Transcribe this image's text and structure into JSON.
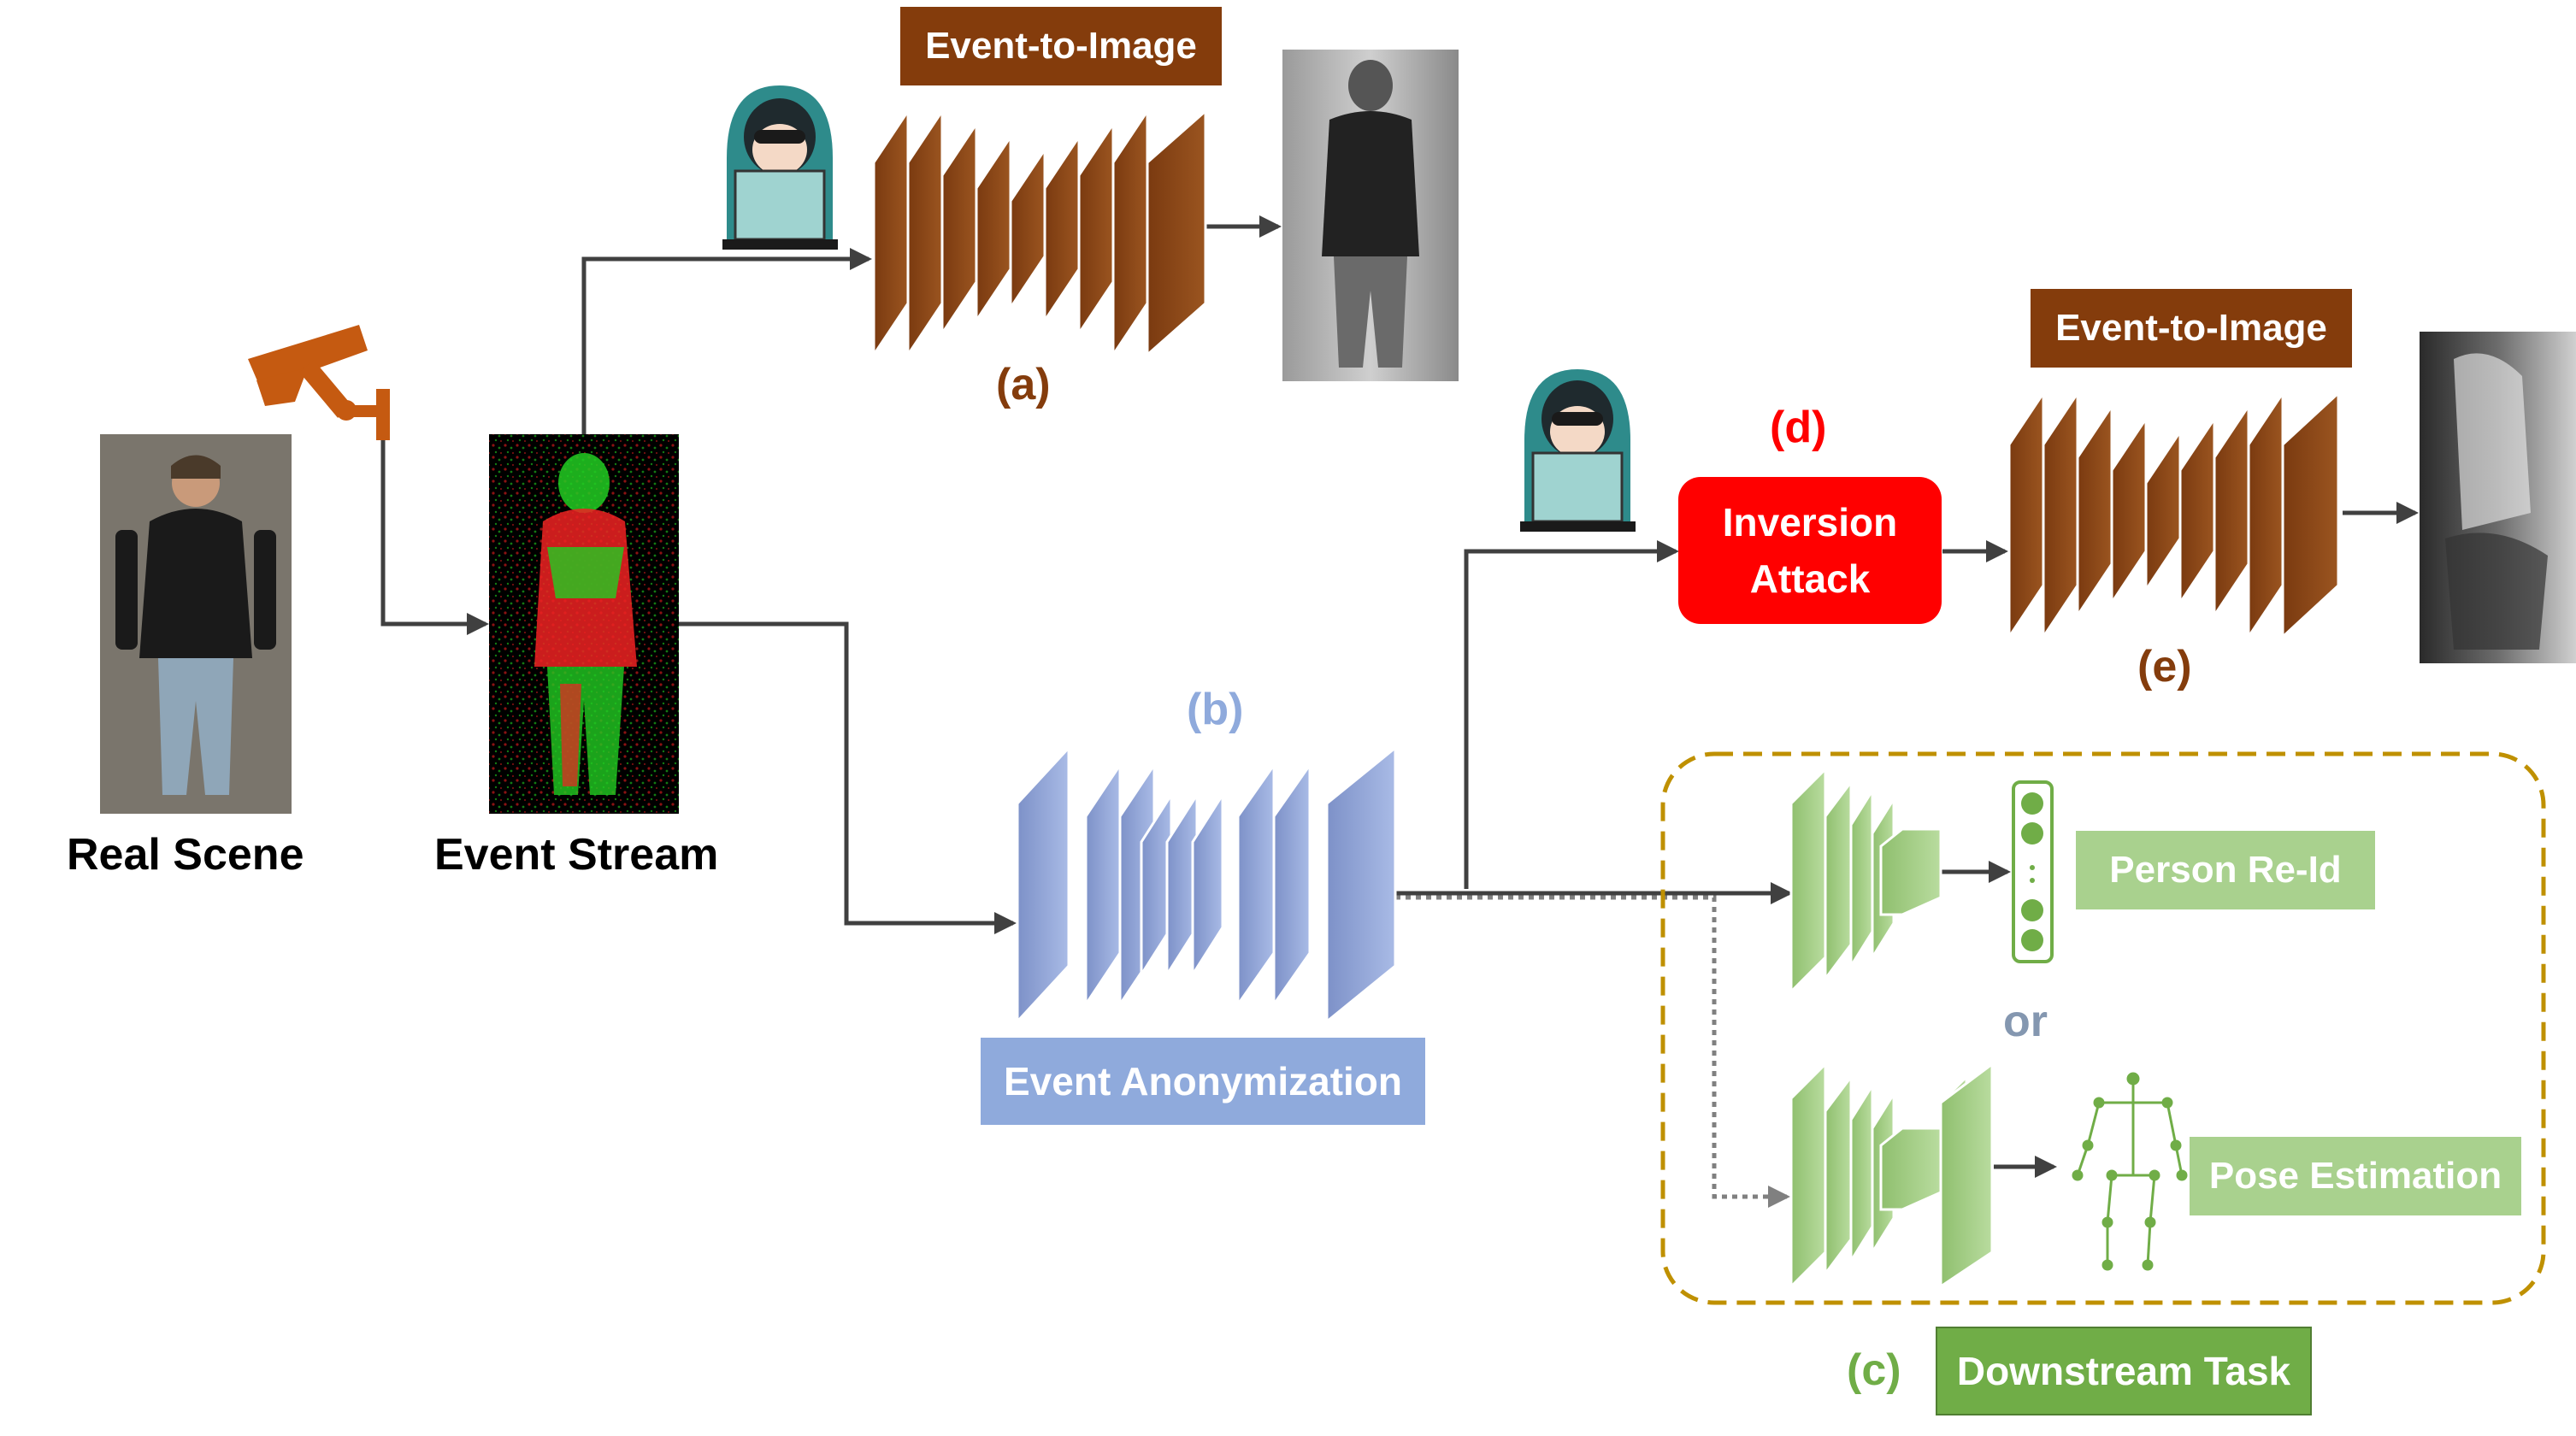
{
  "labels": {
    "real_scene": "Real Scene",
    "event_stream": "Event Stream",
    "event_to_image_top": "Event-to-Image",
    "event_to_image_right": "Event-to-Image",
    "event_anonymization": "Event Anonymization",
    "inversion_attack_line1": "Inversion",
    "inversion_attack_line2": "Attack",
    "person_reid": "Person Re-Id",
    "pose_estimation": "Pose Estimation",
    "downstream_task": "Downstream Task",
    "or": "or",
    "tag_a": "(a)",
    "tag_b": "(b)",
    "tag_c": "(c)",
    "tag_d": "(d)",
    "tag_e": "(e)"
  },
  "colors": {
    "brown_net": "#8b4513",
    "brown_label_bg": "#843c0c",
    "blue_net": "#8fa4d8",
    "blue_label_bg": "#8faadc",
    "green_net": "#a9d18e",
    "green_label_bg": "#a9d18e",
    "green_dark_bg": "#70ad47",
    "red_attack": "#ff0000",
    "dashed_border": "#bf9000",
    "arrow": "#404040",
    "hacker_teal": "#2e8b8b"
  },
  "icons": {
    "camera": "surveillance-camera-icon",
    "hacker": "hacker-icon",
    "skeleton": "skeleton-pose-icon",
    "embedding": "feature-vector-icon"
  }
}
